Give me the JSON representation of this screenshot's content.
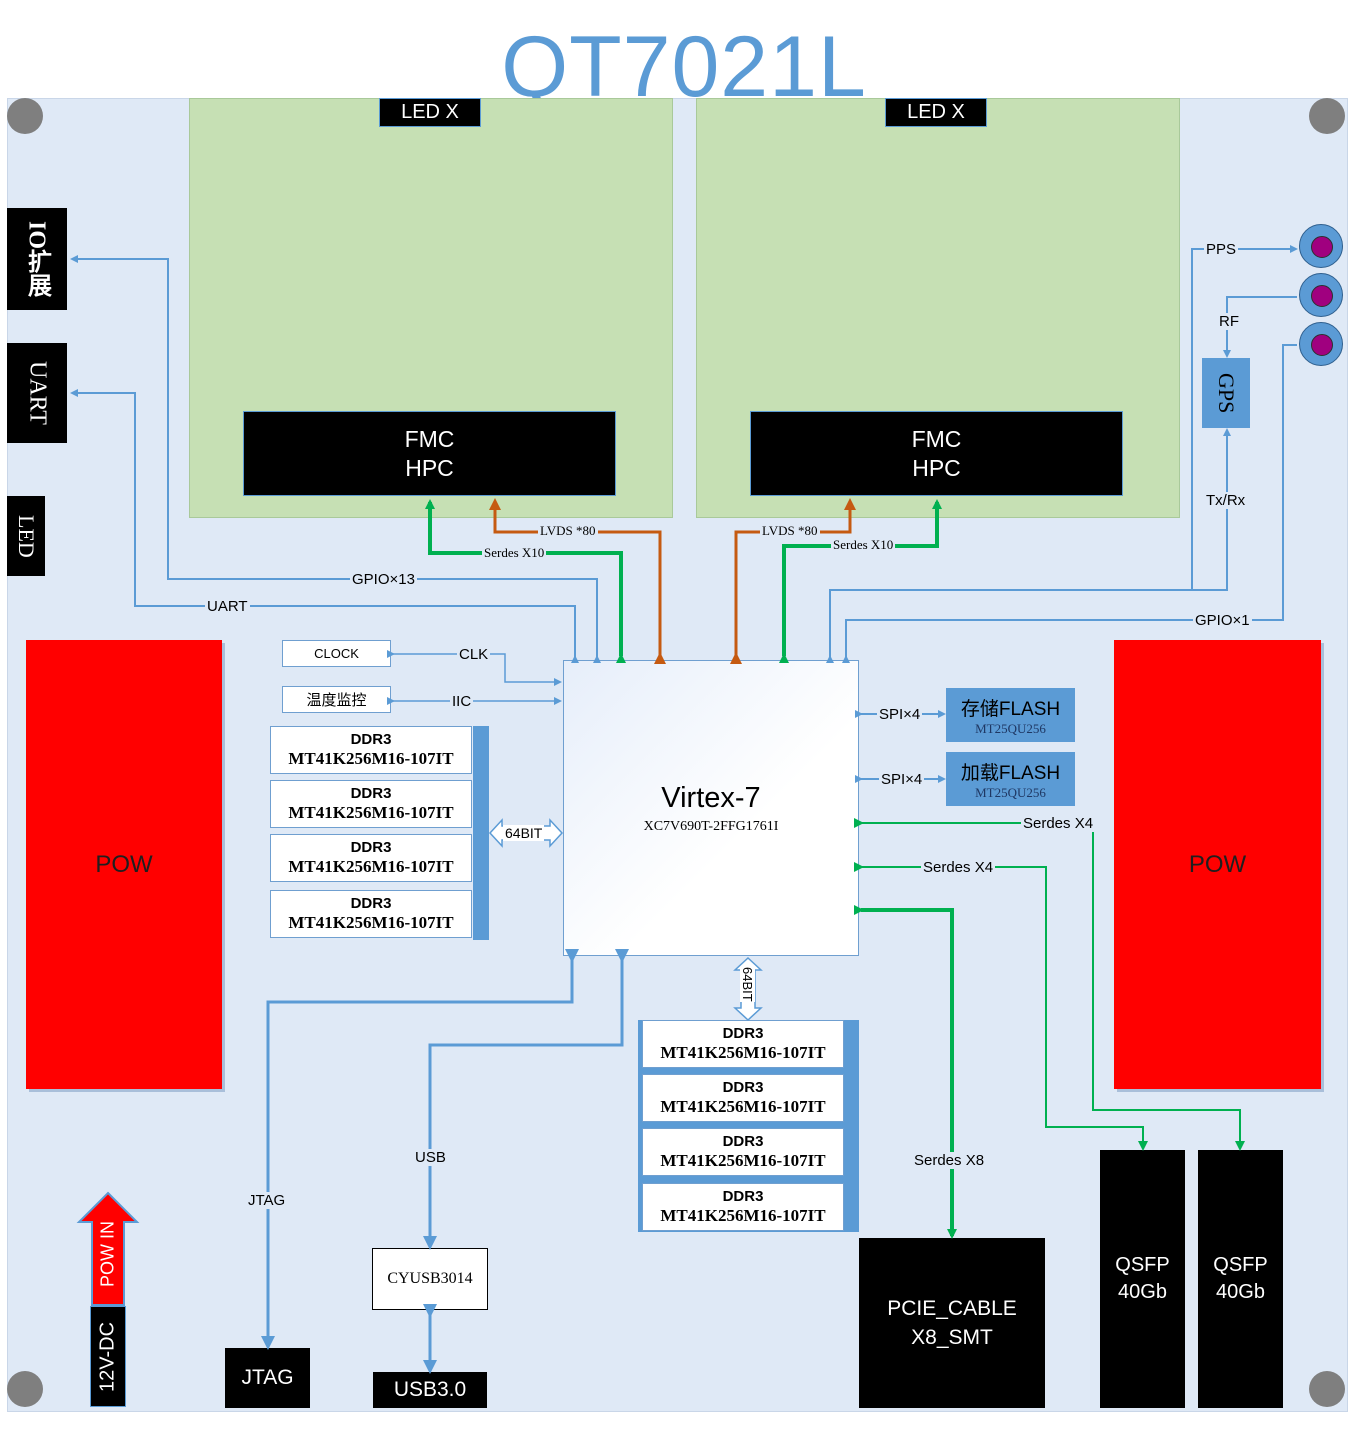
{
  "title": "QT7021L",
  "led_x_left": "LED X",
  "led_x_right": "LED X",
  "fmc_left": {
    "line1": "FMC",
    "line2": "HPC"
  },
  "fmc_right": {
    "line1": "FMC",
    "line2": "HPC"
  },
  "side_connectors": {
    "io": "IO扩展",
    "uart": "UART",
    "led": "LED"
  },
  "pow_left": "POW",
  "pow_right": "POW",
  "fpga": {
    "name": "Virtex-7",
    "part": "XC7V690T-2FFG1761I"
  },
  "clock_box": "CLOCK",
  "temp_box": "温度监控",
  "ddr_left": [
    {
      "l1": "DDR3",
      "l2": "MT41K256M16-107IT"
    },
    {
      "l1": "DDR3",
      "l2": "MT41K256M16-107IT"
    },
    {
      "l1": "DDR3",
      "l2": "MT41K256M16-107IT"
    },
    {
      "l1": "DDR3",
      "l2": "MT41K256M16-107IT"
    }
  ],
  "ddr_bottom": [
    {
      "l1": "DDR3",
      "l2": "MT41K256M16-107IT"
    },
    {
      "l1": "DDR3",
      "l2": "MT41K256M16-107IT"
    },
    {
      "l1": "DDR3",
      "l2": "MT41K256M16-107IT"
    },
    {
      "l1": "DDR3",
      "l2": "MT41K256M16-107IT"
    }
  ],
  "flash_storage": {
    "name": "存储FLASH",
    "part": "MT25QU256"
  },
  "flash_load": {
    "name": "加载FLASH",
    "part": "MT25QU256"
  },
  "gps": "GPS",
  "cyusb": "CYUSB3014",
  "usb30": "USB3.0",
  "jtag_box": "JTAG",
  "pcie": {
    "line1": "PCIE_CABLE",
    "line2": "X8_SMT"
  },
  "qsfp1": {
    "line1": "QSFP",
    "line2": "40Gb"
  },
  "qsfp2": {
    "line1": "QSFP",
    "line2": "40Gb"
  },
  "pow_in": "POW IN",
  "dc_label": "12V-DC",
  "labels": {
    "lvds_left": "LVDS *80",
    "serdes_left": "Serdes X10",
    "lvds_right": "LVDS *80",
    "serdes_right": "Serdes X10",
    "gpio13": "GPIO×13",
    "uart": "UART",
    "clk": "CLK",
    "iic": "IIC",
    "bit64_left": "64BIT",
    "bit64_bottom": "64BIT",
    "spi1": "SPI×4",
    "spi2": "SPI×4",
    "serdes_x4_a": "Serdes X4",
    "serdes_x4_b": "Serdes X4",
    "serdes_x8": "Serdes X8",
    "pps": "PPS",
    "rf": "RF",
    "txrx": "Tx/Rx",
    "gpio1": "GPIO×1",
    "usb": "USB",
    "jtag": "JTAG"
  },
  "colors": {
    "title": "#5b9bd5",
    "board": "#dfe9f6",
    "fmc_area": "#c6e0b4",
    "pow": "#ff0000",
    "wire_blue": "#5b9bd5",
    "wire_green": "#00b050",
    "wire_orange": "#c55a11",
    "connector_ring": "#5b9bd5",
    "connector_core": "#a0007f"
  }
}
